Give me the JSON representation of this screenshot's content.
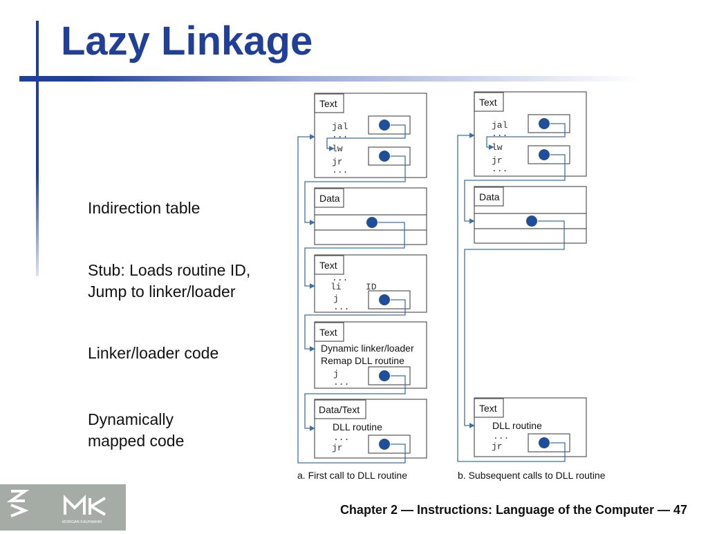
{
  "slide": {
    "title": "Lazy Linkage",
    "footer": "Chapter 2 — Instructions: Language of the Computer — 47",
    "left_labels": [
      "Indirection table",
      "Stub: Loads routine ID,\nJump to linker/loader",
      "Linker/loader code",
      "Dynamically\nmapped code"
    ]
  },
  "logo": {
    "text": "MK",
    "subtext": "MORGAN KAUFMANN"
  },
  "diagram": {
    "a": {
      "caption": "a. First call to DLL routine",
      "boxes": [
        {
          "tab": "Text",
          "code": [
            "jal",
            "...",
            "lw",
            "jr",
            "..."
          ]
        },
        {
          "tab": "Data"
        },
        {
          "tab": "Text",
          "code": [
            "...",
            "li",
            "ID",
            "j",
            "..."
          ]
        },
        {
          "tab": "Text",
          "lines": [
            "Dynamic linker/loader",
            "Remap DLL routine"
          ],
          "code": [
            "j",
            "..."
          ]
        },
        {
          "tab": "Data/Text",
          "lines": [
            "DLL routine"
          ],
          "code": [
            "...",
            "jr"
          ]
        }
      ]
    },
    "b": {
      "caption": "b. Subsequent calls to DLL routine",
      "boxes": [
        {
          "tab": "Text",
          "code": [
            "jal",
            "...",
            "lw",
            "jr",
            "..."
          ]
        },
        {
          "tab": "Data"
        },
        {
          "tab": "Text",
          "lines": [
            "DLL routine"
          ],
          "code": [
            "...",
            "jr"
          ]
        }
      ]
    }
  }
}
